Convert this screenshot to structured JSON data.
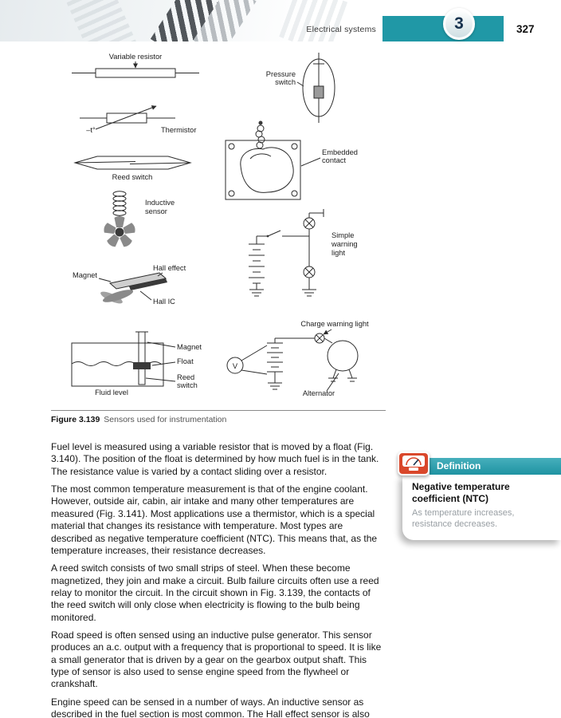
{
  "header": {
    "running_head": "Electrical systems",
    "chapter_number": "3",
    "page_number": "327",
    "accent_color": "#2098a6"
  },
  "figure": {
    "caption_label": "Figure 3.139",
    "caption_text": "Sensors used for instrumentation",
    "labels": {
      "variable_resistor": "Variable resistor",
      "minus_t": "–t°",
      "thermistor": "Thermistor",
      "reed_switch": "Reed switch",
      "inductive": [
        "Inductive",
        "sensor"
      ],
      "magnet": "Magnet",
      "hall_effect": "Hall effect",
      "hall_ic": "Hall IC",
      "fluid_magnet": "Magnet",
      "float": "Float",
      "fluid_reed": [
        "Reed",
        "switch"
      ],
      "fluid_level": "Fluid level",
      "pressure": [
        "Pressure",
        "switch"
      ],
      "embedded": [
        "Embedded",
        "contact"
      ],
      "simple": [
        "Simple",
        "warning",
        "light"
      ],
      "charge": "Charge warning light",
      "alternator": "Alternator",
      "voltmeter": "V"
    }
  },
  "body": {
    "paragraphs": [
      "Fuel level is measured using a variable resistor that is moved by a float (Fig. 3.140). The position of the float is determined by how much fuel is in the tank. The resistance value is varied by a contact sliding over a resistor.",
      "The most common temperature measurement is that of the engine coolant. However, outside air, cabin, air intake and many other temperatures are measured (Fig. 3.141). Most applications use a thermistor, which is a special material that changes its resistance with temperature. Most types are described as negative temperature coefficient (NTC). This means that, as the temperature increases, their resistance decreases.",
      "A reed switch consists of two small strips of steel. When these become magnetized, they join and make a circuit. Bulb failure circuits often use a reed relay to monitor the circuit. In the circuit shown in Fig. 3.139, the contacts of the reed switch will only close when electricity is flowing to the bulb being monitored.",
      "Road speed is often sensed using an inductive pulse generator. This sensor produces an a.c. output with a frequency that is proportional to speed. It is like a small generator that is driven by a gear on the gearbox output shaft. This type of sensor is also used to sense engine speed from the flywheel or crankshaft.",
      "Engine speed can be sensed in a number of ways. An inductive sensor as described in the fuel section is most common. The Hall effect sensor is also"
    ]
  },
  "definition": {
    "header": "Definition",
    "title": "Negative temperature coefficient (NTC)",
    "text": "As temperature increases, resistance decreases."
  }
}
